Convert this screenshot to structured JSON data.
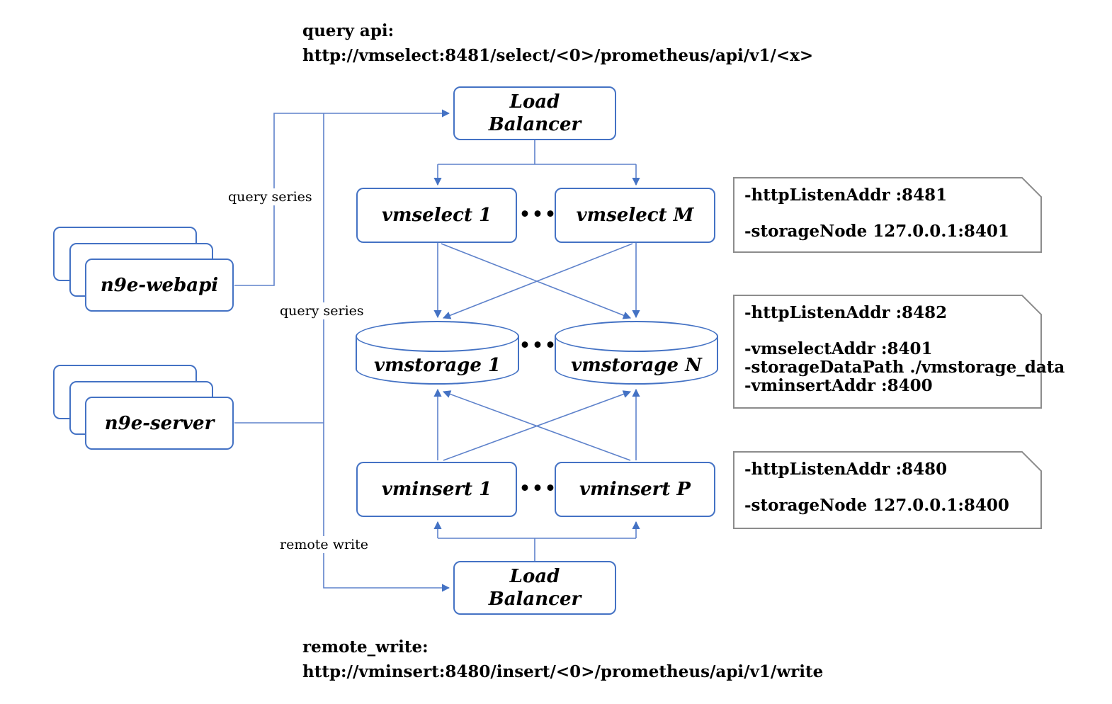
{
  "colors": {
    "accent": "#4472C4",
    "connector": "#5E82CB",
    "callout_border": "#8C8C8C",
    "ink": "#000000"
  },
  "header": {
    "label": "query api:",
    "url": "http://vmselect:8481/select/<0>/prometheus/api/v1/<x>"
  },
  "footer": {
    "label": "remote_write:",
    "url": "http://vminsert:8480/insert/<0>/prometheus/api/v1/write"
  },
  "edge_labels": {
    "query_series_webapi": "query series",
    "query_series_server": "query series",
    "remote_write": "remote write"
  },
  "nodes": {
    "load_balancer_top": {
      "label": "Load Balancer"
    },
    "load_balancer_bottom": {
      "label": "Load Balancer"
    },
    "vmselect_1": {
      "label": "vmselect 1"
    },
    "vmselect_m": {
      "label": "vmselect M"
    },
    "vmstorage_1": {
      "label": "vmstorage 1"
    },
    "vmstorage_n": {
      "label": "vmstorage N"
    },
    "vminsert_1": {
      "label": "vminsert 1"
    },
    "vminsert_p": {
      "label": "vminsert P"
    },
    "n9e_webapi": {
      "label": "n9e-webapi"
    },
    "n9e_server": {
      "label": "n9e-server"
    }
  },
  "ellipsis": "•••",
  "callouts": [
    {
      "lines": [
        "-httpListenAddr :8481",
        "-storageNode 127.0.0.1:8401"
      ]
    },
    {
      "lines": [
        "-httpListenAddr :8482",
        "-vmselectAddr :8401",
        "-storageDataPath ./vmstorage_data",
        "-vminsertAddr :8400"
      ]
    },
    {
      "lines": [
        "-httpListenAddr :8480",
        "-storageNode 127.0.0.1:8400"
      ]
    }
  ]
}
